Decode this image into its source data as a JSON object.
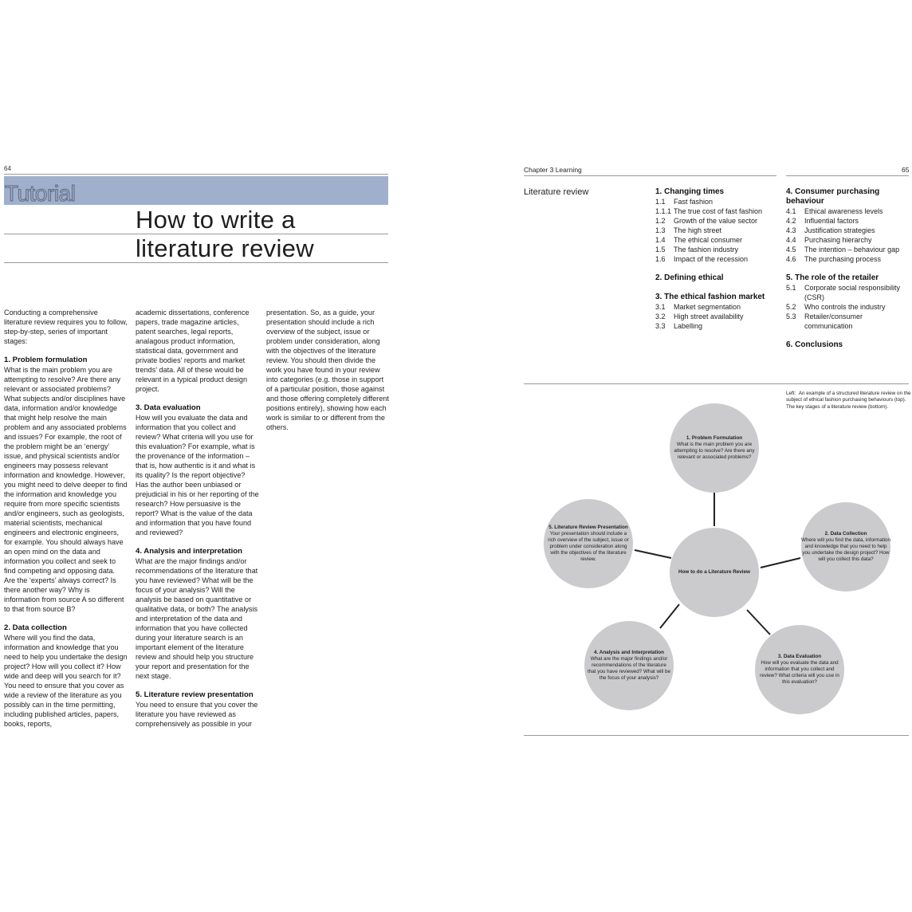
{
  "left_page": {
    "page_number": "64",
    "tutorial_label": "Tutorial",
    "title_line1": "How to write a",
    "title_line2": "literature review",
    "col1": {
      "intro": "Conducting a comprehensive literature review requires you to follow, step-by-step, series of important stages:",
      "s1_heading": "1. Problem formulation",
      "s1_body": "What is the main problem you are attempting to resolve? Are there any relevant or associated problems? What subjects and/or disciplines have data, information and/or knowledge that might help resolve the main problem and any associated problems and issues? For example, the root of the problem might be an ‘energy’ issue, and physical scientists and/or engineers may possess relevant information and knowledge. However, you might need to delve deeper to find the information and knowledge you require from more specific scientists and/or engineers, such as geologists, material scientists, mechanical engineers and electronic engineers, for example. You should always have an open mind on the data and information you collect and seek to find competing and opposing data. Are the ‘experts’ always correct? Is there another way? Why is information from source A so different to that from source B?",
      "s2_heading": "2. Data collection",
      "s2_body": "Where will you find the data, information and knowledge that you need to help you undertake the design project? How will you collect it? How wide and deep will you search for it? You need to ensure that you cover as wide a review of the literature as you possibly can in the time permitting, including published articles, papers, books, reports,"
    },
    "col2": {
      "cont": "academic dissertations, conference papers, trade magazine articles, patent searches, legal reports, analagous product information, statistical data, government and private bodies’ reports and market trends’ data. All of these would be relevant in a typical product design project.",
      "s3_heading": "3. Data evaluation",
      "s3_body": "How will you evaluate the data and information that you collect and review? What criteria will you use for this evaluation? For example, what is the provenance of the information – that is, how authentic is it and what is its quality? Is the report objective? Has the author been unbiased or prejudicial in his or her reporting of the research? How persuasive is the report? What is the value of the data and information that you have found and reviewed?",
      "s4_heading": "4. Analysis and interpretation",
      "s4_body": "What are the major findings and/or recommendations of the literature that you have reviewed? What will be the focus of your analysis? Will the analysis be based on quantitative or qualitative data, or both? The analysis and interpretation of the data and information that you have collected during your literature search is an important element of the literature review and should help you structure your report and presentation for the next stage.",
      "s5_heading": "5. Literature review presentation",
      "s5_body": "You need to ensure that you cover the literature you have reviewed as comprehensively as possible in your"
    },
    "col3": {
      "cont": "presentation. So, as a guide, your presentation should include a rich overview of the subject, issue or problem under consideration, along with the objectives of the literature review. You should then divide the work you have found in your review into categories (e.g. those in support of a particular position, those against and those offering completely different positions entirely), showing how each work is similar to or different from the others."
    }
  },
  "right_page": {
    "chapter_label": "Chapter 3 Learning",
    "page_number": "65",
    "lit_label": "Literature review",
    "toc_a": {
      "h1": "1. Changing times",
      "items1": [
        {
          "n": "1.1",
          "t": "Fast fashion"
        },
        {
          "n": "1.1.1",
          "t": "The true cost of fast fashion"
        },
        {
          "n": "1.2",
          "t": "Growth of the value sector"
        },
        {
          "n": "1.3",
          "t": "The high street"
        },
        {
          "n": "1.4",
          "t": "The ethical consumer"
        },
        {
          "n": "1.5",
          "t": "The fashion industry"
        },
        {
          "n": "1.6",
          "t": "Impact of the recession"
        }
      ],
      "h2": "2. Defining ethical",
      "h3": "3. The ethical fashion market",
      "items3": [
        {
          "n": "3.1",
          "t": "Market segmentation"
        },
        {
          "n": "3.2",
          "t": "High street availability"
        },
        {
          "n": "3.3",
          "t": "Labelling"
        }
      ]
    },
    "toc_b": {
      "h4": "4. Consumer purchasing behaviour",
      "items4": [
        {
          "n": "4.1",
          "t": "Ethical awareness levels"
        },
        {
          "n": "4.2",
          "t": "Influential factors"
        },
        {
          "n": "4.3",
          "t": "Justification strategies"
        },
        {
          "n": "4.4",
          "t": "Purchasing hierarchy"
        },
        {
          "n": "4.5",
          "t": "The intention – behaviour gap"
        },
        {
          "n": "4.6",
          "t": "The purchasing process"
        }
      ],
      "h5": "5. The role of the retailer",
      "items5": [
        {
          "n": "5.1",
          "t": "Corporate social responsibility (CSR)"
        },
        {
          "n": "5.2",
          "t": "Who controls the industry"
        },
        {
          "n": "5.3",
          "t": "Retailer/consumer communication"
        }
      ],
      "h6": "6. Conclusions"
    },
    "caption": "Left:  An example of a structured literature review on the subject of ethical fashion purchasing behaviours (top). The key stages of a literature review (bottom).",
    "diagram": {
      "circle_color": "#cbcbcd",
      "center": "How to do a Literature Review",
      "n1_title": "1. Problem Formulation",
      "n1_body": "What is the main problem you are attempting to resolve? Are there any relevant or associated problems?",
      "n2_title": "2. Data Collection",
      "n2_body": "Where will you find the data, information and knowledge that you need to help you undertake the design project? How will you collect this data?",
      "n3_title": "3. Data Evaluation",
      "n3_body": "How will you evaluate the data and information that you collect and review? What criteria will you use in this evaluation?",
      "n4_title": "4. Analysis and Interpretation",
      "n4_body": "What are the major findings and/or recommendations of the literature that you have reviewed? What will be the focus of your analysis?",
      "n5_title": "5. Literature Review Presentation",
      "n5_body": "Your presentation should include a rich overview of the subject, issue or problem under consideration along with the objectives of the literature review."
    }
  }
}
